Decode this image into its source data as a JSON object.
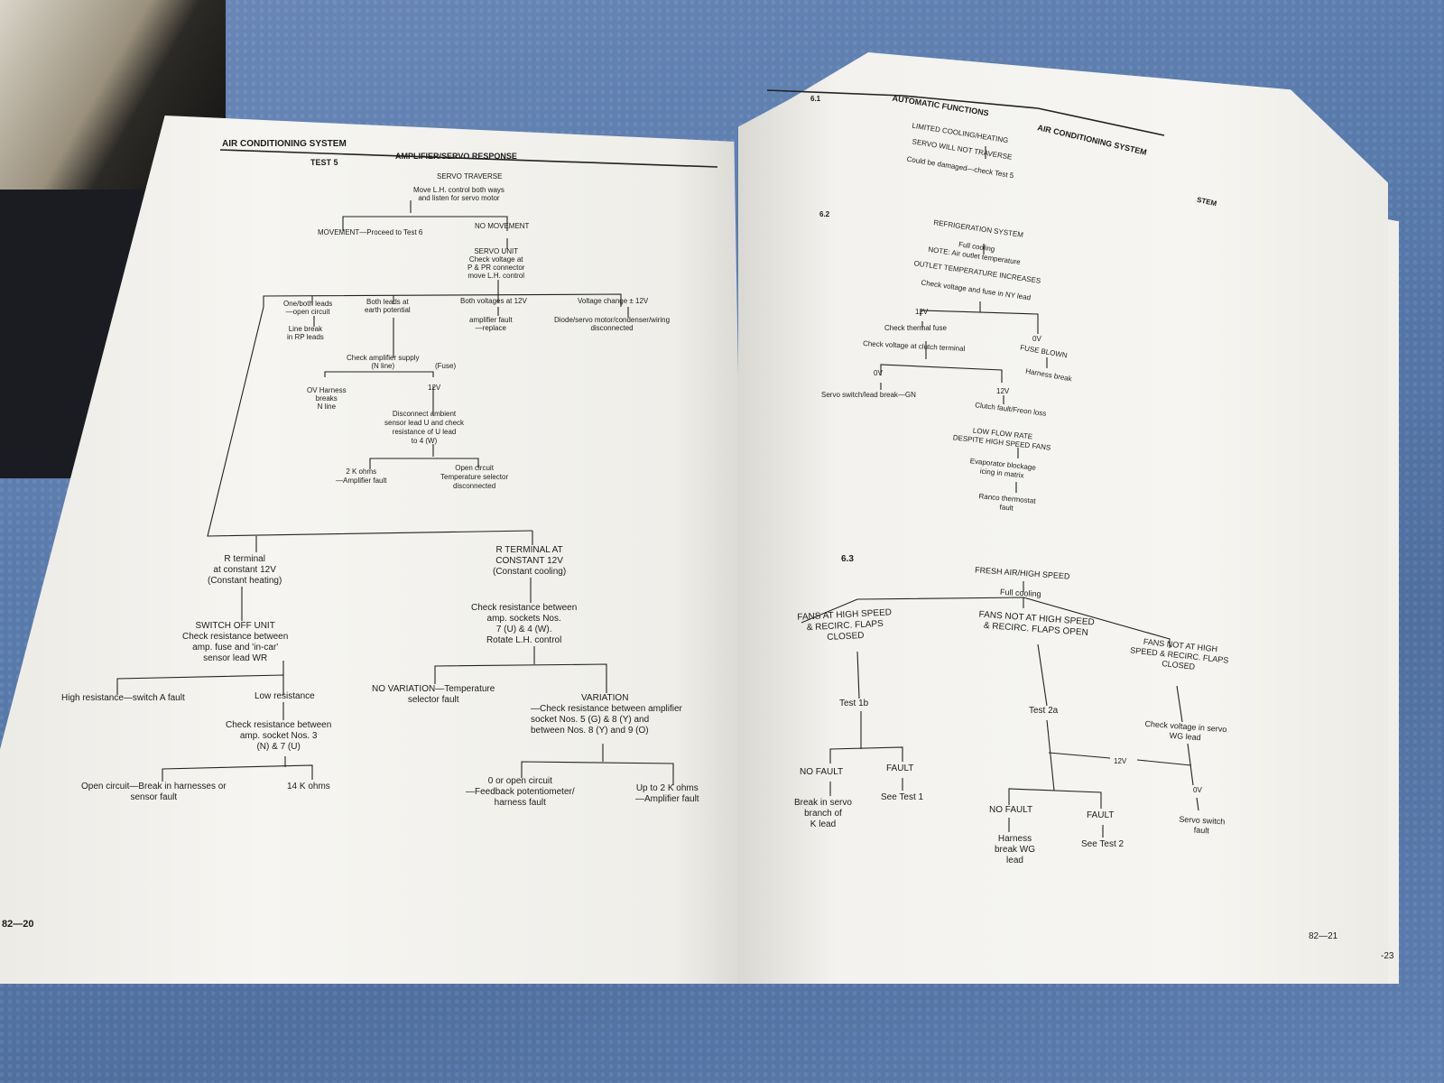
{
  "left_page": {
    "header": "AIR CONDITIONING SYSTEM",
    "test_no": "TEST 5",
    "test_title": "AMPLIFIER/SERVO RESPONSE",
    "servo_traverse": "SERVO TRAVERSE",
    "move_lh": "Move L.H. control both ways\nand listen for servo motor",
    "movement": "MOVEMENT—Proceed to Test 6",
    "no_movement": "NO MOVEMENT",
    "servo_unit": "SERVO UNIT\nCheck voltage at\nP & PR connector\nmove L.H. control",
    "one_both_leads": "One/both leads\n—open circuit",
    "both_leads_earth": "Both leads at\nearth potential",
    "both_voltages_12v": "Both voltages at 12V",
    "voltage_change": "Voltage change ± 12V",
    "line_break": "Line break\nin RP leads",
    "amplifier_fault_replace": "amplifier fault\n—replace",
    "diode_servo": "Diode/servo motor/condenser/wiring\ndisconnected",
    "check_amp_supply": "Check amplifier supply\n(N line)",
    "fuse": "(Fuse)",
    "ov_harness": "OV Harness\nbreaks\nN line",
    "twelve_v_a": "12V",
    "disconnect_ambient": "Disconnect ambient\nsensor lead U and check\nresistance of U lead\nto 4 (W)",
    "two_k_ohms": "2 K ohms\n—Amplifier fault",
    "open_circuit_temp": "Open circuit\nTemperature selector\ndisconnected",
    "r_terminal": "R terminal\nat constant 12V\n(Constant heating)",
    "r_terminal_at": "R TERMINAL AT\nCONSTANT 12V\n(Constant cooling)",
    "switch_off_unit": "SWITCH OFF UNIT\nCheck resistance between\namp. fuse and 'in-car'\nsensor lead WR",
    "check_resistance_amp": "Check resistance between\namp. sockets Nos.\n7 (U) & 4 (W).\nRotate L.H. control",
    "high_resistance": "High resistance—switch A fault",
    "low_resistance": "Low resistance",
    "no_variation": "NO VARIATION—Temperature\nselector fault",
    "variation": "VARIATION",
    "variation_check": "—Check resistance between amplifier\nsocket Nos. 5 (G) & 8 (Y) and\nbetween Nos. 8 (Y) and 9 (O)",
    "check_sockets_3_7": "Check resistance between\namp. socket Nos. 3\n(N) & 7 (U)",
    "open_circuit_break": "Open circuit—Break in harnesses or\nsensor fault",
    "fourteen_k": "14 K ohms",
    "zero_open": "0 or open circuit\n—Feedback potentiometer/\nharness fault",
    "up_to_2k": "Up to 2 K ohms\n—Amplifier fault",
    "page_no": "82—20"
  },
  "right_page": {
    "section_61": "6.1",
    "automatic_functions": "AUTOMATIC FUNCTIONS",
    "header": "AIR CONDITIONING SYSTEM",
    "limited_cooling": "LIMITED COOLING/HEATING",
    "servo_will_not": "SERVO WILL NOT TRAVERSE",
    "could_be_damaged": "Could be damaged—check Test 5",
    "section_62": "6.2",
    "refrigeration": "REFRIGERATION SYSTEM",
    "full_cooling_a": "Full cooling",
    "note_outlet": "NOTE: Air outlet temperature",
    "outlet_increases": "OUTLET TEMPERATURE INCREASES",
    "check_voltage_fuse": "Check voltage and fuse in NY lead",
    "twelve_v_b": "12V",
    "zero_v_a": "0V",
    "check_thermal": "Check thermal fuse",
    "fuse_blown": "FUSE BLOWN",
    "check_clutch": "Check voltage at clutch terminal",
    "harness_break": "Harness break",
    "zero_v_b": "0V",
    "twelve_v_c": "12V",
    "servo_switch_lead": "Servo switch/lead break—GN",
    "clutch_fault": "Clutch fault/Freon loss",
    "low_flow": "LOW FLOW RATE\nDESPITE HIGH SPEED FANS",
    "evaporator": "Evaporator blockage\nicing in matrix",
    "ranco": "Ranco thermostat\nfault",
    "section_63": "6.3",
    "fresh_air": "FRESH AIR/HIGH SPEED",
    "full_cooling_b": "Full cooling",
    "fans_high_closed": "FANS AT HIGH SPEED\n& RECIRC. FLAPS\nCLOSED",
    "fans_not_open": "FANS NOT AT HIGH SPEED\n& RECIRC. FLAPS OPEN",
    "fans_not_closed": "FANS NOT AT HIGH\nSPEED & RECIRC. FLAPS\nCLOSED",
    "test_1b": "Test 1b",
    "test_2a": "Test 2a",
    "check_voltage_servo": "Check voltage in servo\nWG lead",
    "twelve_v_d": "12V",
    "zero_v_c": "0V",
    "no_fault_a": "NO FAULT",
    "fault_a": "FAULT",
    "break_servo": "Break in servo\nbranch of\nK lead",
    "see_test_1": "See Test 1",
    "no_fault_b": "NO FAULT",
    "fault_b": "FAULT",
    "harness_break_wg": "Harness\nbreak WG\nlead",
    "see_test_2": "See Test 2",
    "servo_switch_fault": "Servo switch\nfault",
    "page_no": "82—21"
  },
  "next_page": {
    "header_fragment": "STEM",
    "page_no_fragment": "-23"
  }
}
